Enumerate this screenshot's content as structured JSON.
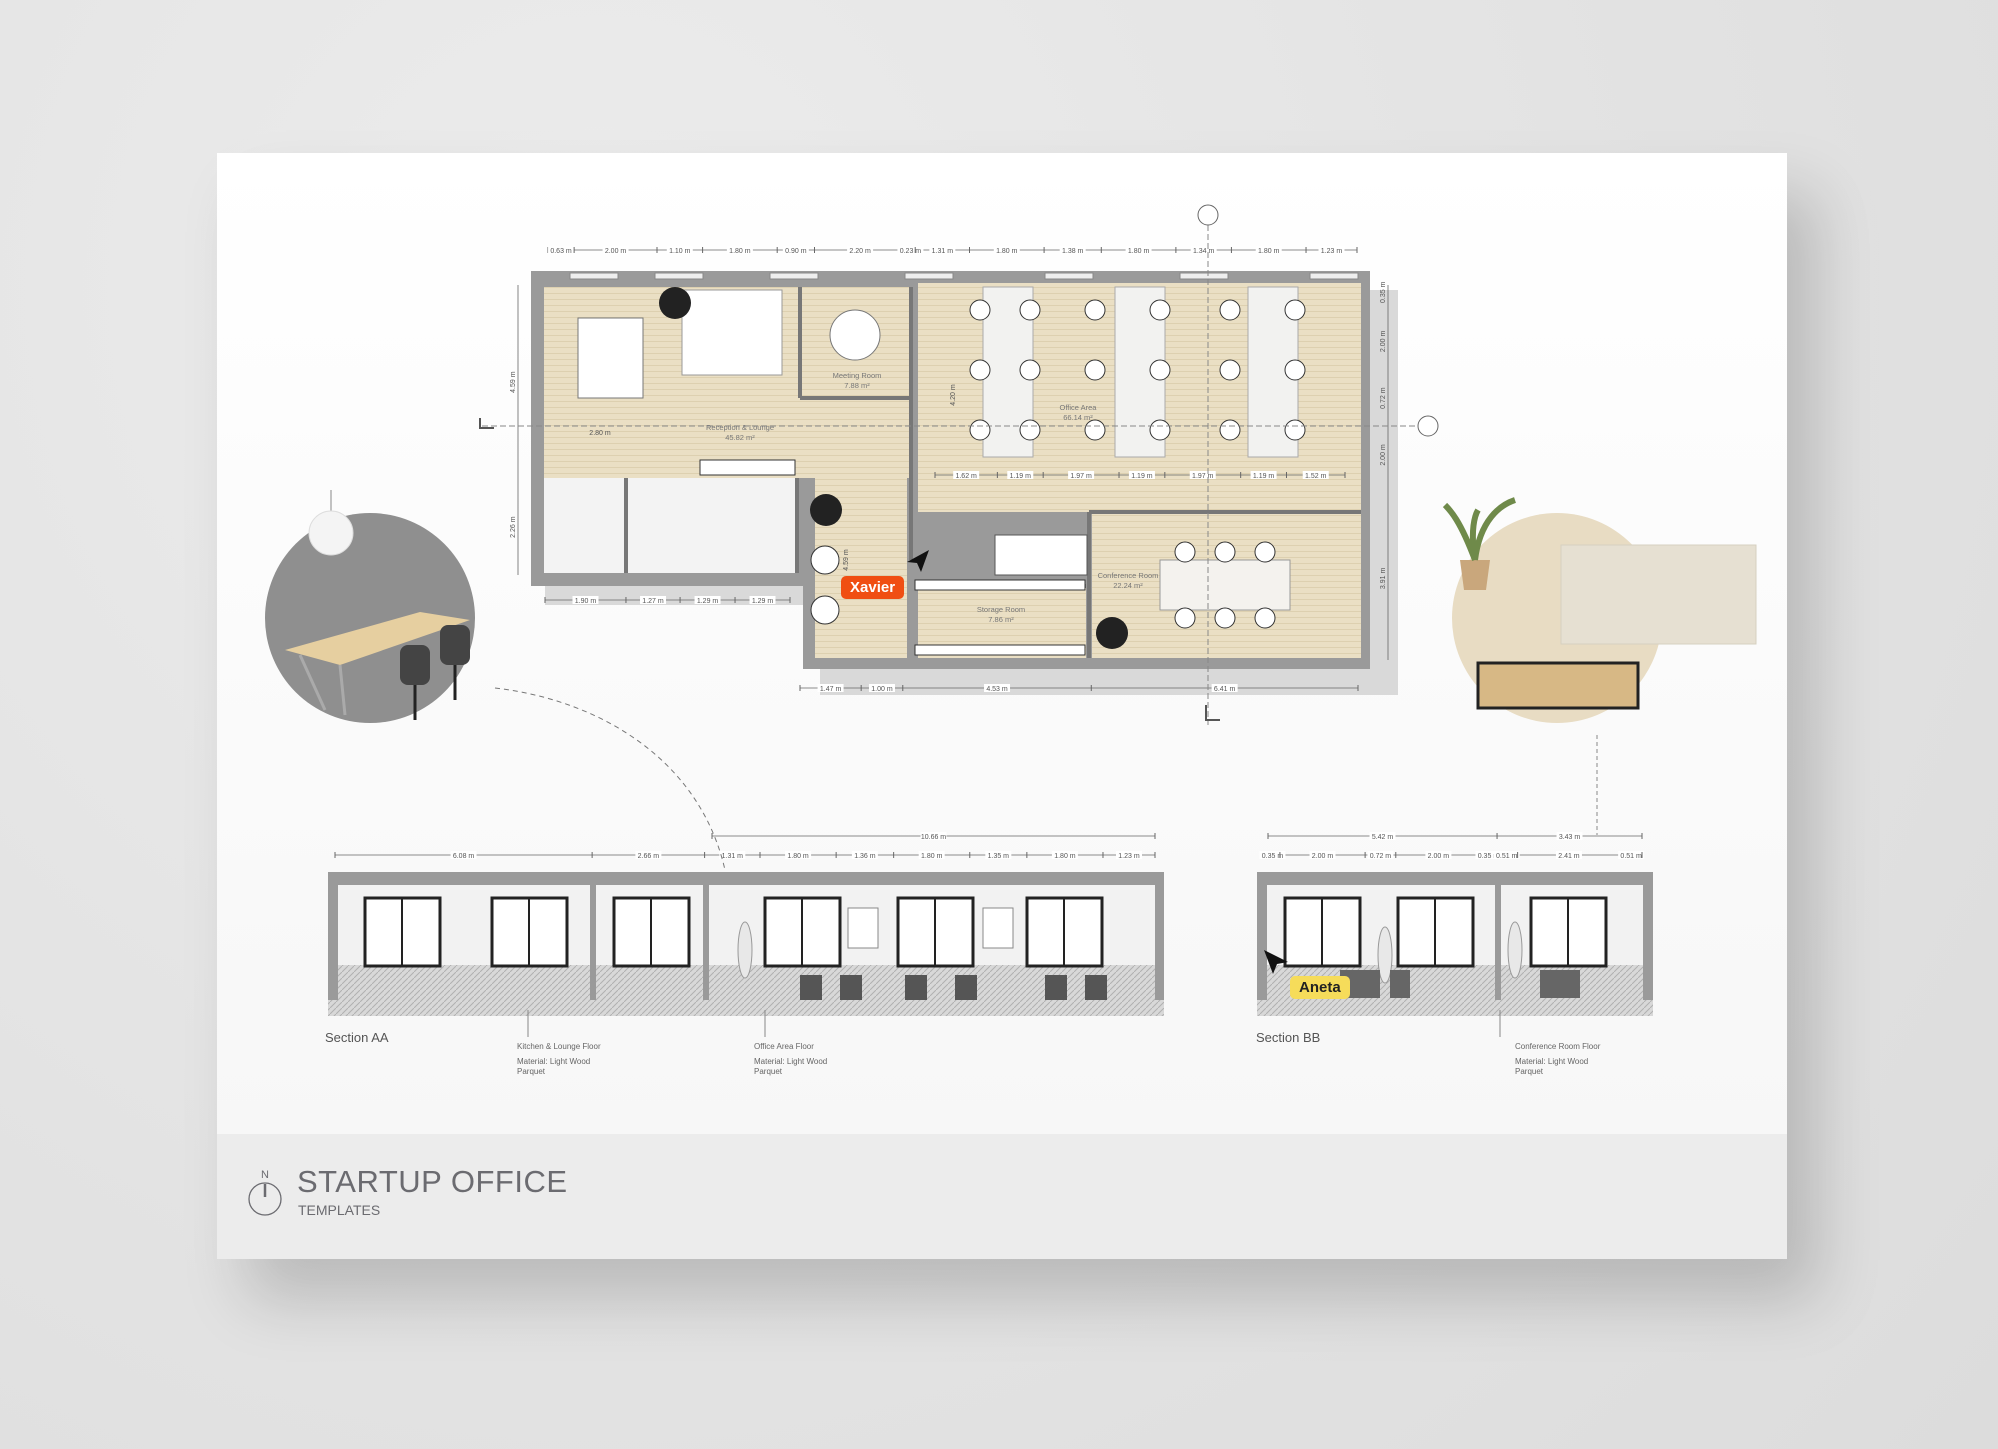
{
  "title": "STARTUP OFFICE",
  "subtitle": "TEMPLATES",
  "compass_letter": "N",
  "rooms": {
    "reception": {
      "name": "Reception & Lounge",
      "area": "45.82 m²"
    },
    "meeting": {
      "name": "Meeting Room",
      "area": "7.88 m²"
    },
    "office": {
      "name": "Office Area",
      "area": "66.14 m²"
    },
    "conference": {
      "name": "Conference Room",
      "area": "22.24 m²"
    },
    "storage": {
      "name": "Storage Room",
      "area": "7.86 m²"
    }
  },
  "plan_dims": {
    "top": [
      "0.63 m",
      "2.00 m",
      "1.10 m",
      "1.80 m",
      "0.90 m",
      "2.20 m",
      "0.23 m",
      "1.31 m",
      "1.80 m",
      "1.38 m",
      "1.80 m",
      "1.34 m",
      "1.80 m",
      "1.23 m"
    ],
    "office_row": [
      "1.62 m",
      "1.19 m",
      "1.97 m",
      "1.19 m",
      "1.97 m",
      "1.19 m",
      "1.52 m"
    ],
    "toilets": [
      "1.90 m",
      "1.27 m",
      "1.29 m",
      "1.29 m"
    ],
    "bottom": [
      "1.47 m",
      "1.00 m",
      "4.53 m",
      "6.41 m"
    ],
    "left": [
      "4.59 m",
      "2.26 m"
    ],
    "right": [
      "0.35 m",
      "2.00 m",
      "0.72 m",
      "2.00 m",
      "3.91 m"
    ],
    "inner": [
      "2.80 m",
      "4.20 m",
      "4.59 m"
    ]
  },
  "sections": {
    "aa": {
      "label": "Section AA",
      "dims_total": "10.66 m",
      "dims": [
        "6.08 m",
        "2.66 m",
        "1.31 m",
        "1.80 m",
        "1.36 m",
        "1.80 m",
        "1.35 m",
        "1.80 m",
        "1.23 m"
      ],
      "notes": [
        {
          "title": "Kitchen & Lounge Floor",
          "material": "Material:  Light Wood Parquet"
        },
        {
          "title": "Office Area Floor",
          "material": "Material: Light Wood Parquet"
        }
      ]
    },
    "bb": {
      "label": "Section BB",
      "dims_total": [
        "5.42 m",
        "3.43 m"
      ],
      "dims": [
        "0.35 m",
        "2.00 m",
        "0.72 m",
        "2.00 m",
        "0.35 m",
        "0.51 m",
        "2.41 m",
        "0.51 m"
      ],
      "notes": [
        {
          "title": "Conference Room Floor",
          "material": "Material: Light Wood Parquet"
        }
      ]
    }
  },
  "collaborators": [
    {
      "name": "Xavier",
      "color": "#f04e12"
    },
    {
      "name": "Aneta",
      "color": "#f6dc5a"
    }
  ],
  "colors": {
    "floor": "#eadfc4",
    "wall": "#8a8a8a",
    "paper": "#ffffff"
  }
}
